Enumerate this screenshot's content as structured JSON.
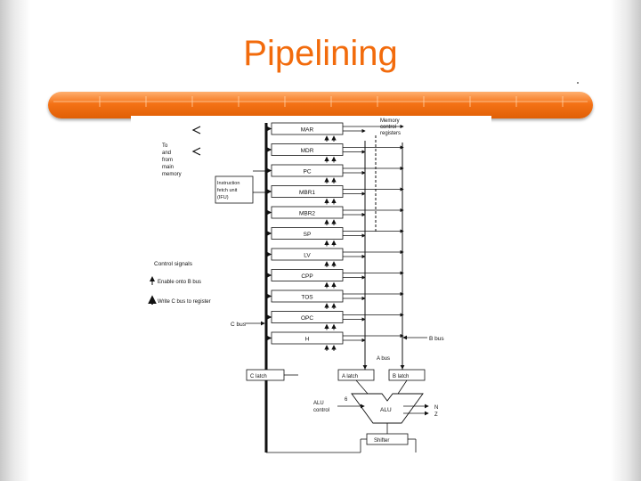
{
  "slide": {
    "title": "Pipelining"
  },
  "diagram": {
    "registers": [
      "MAR",
      "MDR",
      "PC",
      "MBR1",
      "MBR2",
      "SP",
      "LV",
      "CPP",
      "TOS",
      "OPC",
      "H"
    ],
    "labels": {
      "memory_control": [
        "Memory",
        "control",
        "registers"
      ],
      "to_from_memory": [
        "To",
        "and",
        "from",
        "main",
        "memory"
      ],
      "ifu": [
        "Instruction",
        "fetch unit",
        "(IFU)"
      ],
      "control_signals": "Control signals",
      "enable": "Enable onto B bus",
      "write": "Write C bus to register",
      "c_bus": "C bus",
      "b_bus": "B bus",
      "a_bus": "A bus",
      "c_latch": "C latch",
      "a_latch": "A latch",
      "b_latch": "B latch",
      "alu_control": [
        "ALU",
        "control"
      ],
      "six": "6",
      "alu": "ALU",
      "n": "N",
      "z": "Z",
      "shifter": "Shifter"
    }
  }
}
